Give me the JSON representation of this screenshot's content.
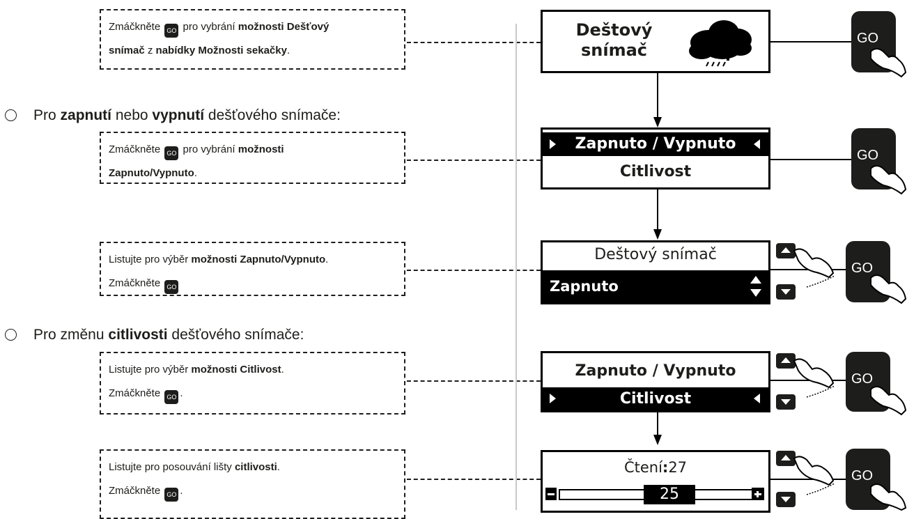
{
  "bullets": [
    {
      "pre": "Pro ",
      "bold": "zapnutí",
      "mid": " nebo ",
      "bold2": "vypnutí",
      "post": " dešťového snímače:"
    },
    {
      "pre": "Pro změnu ",
      "bold": "citlivosti",
      "post": " dešťového snímače:"
    }
  ],
  "steps": {
    "s1": {
      "press": "Zmáčkněte",
      "go": "GO",
      "mid": "pro vybrání",
      "bold1": "možnosti Dešťový",
      "bold2": "snímač",
      "mid2": "z",
      "bold3": "nabídky Možnosti sekačky",
      "end": "."
    },
    "s2": {
      "press": "Zmáčkněte",
      "go": "GO",
      "mid": "pro vybrání",
      "bold1": "možnosti",
      "bold2": "Zapnuto/Vypnuto",
      "end": "."
    },
    "s3": {
      "pre": "Listujte pro výběr",
      "bold": "možnosti Zapnuto/Vypnuto",
      "end": ".",
      "press": "Zmáčkněte",
      "go": "GO"
    },
    "s4": {
      "pre": "Listujte pro výběr",
      "bold": "možnosti Citlivost",
      "end": ".",
      "press": "Zmáčkněte",
      "go": "GO",
      "end2": "."
    },
    "s5": {
      "pre": "Listujte pro posouvání lišty",
      "bold": "citlivosti",
      "end": ".",
      "press": "Zmáčkněte",
      "go": "GO",
      "end2": "."
    }
  },
  "screens": {
    "rain_sensor": {
      "line1": "Deštový",
      "line2": "snímač",
      "icon": "rain-cloud-icon"
    },
    "menu": {
      "item1": "Zapnuto / Vypnuto",
      "item2": "Citlivost"
    },
    "toggle": {
      "title": "Deštový snímač",
      "value": "Zapnuto"
    },
    "sensitivity_menu": {
      "item1": "Zapnuto / Vypnuto",
      "item2": "Citlivost"
    },
    "slider": {
      "reading_label": "Čtení",
      "reading_value": "27",
      "value": "25"
    }
  },
  "go_label": "GO"
}
